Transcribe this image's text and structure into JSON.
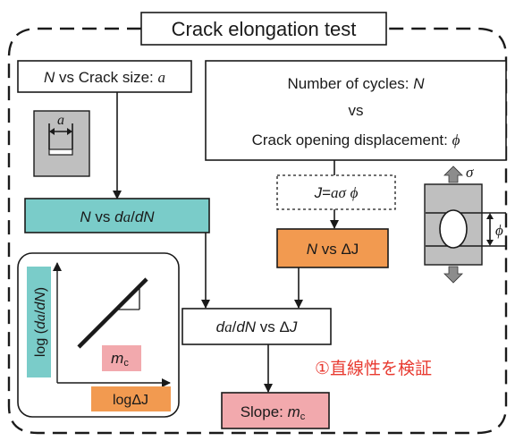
{
  "title": "Crack elongation test",
  "box_n_vs_a": {
    "italic_n": "N",
    "rest": " vs Crack size: ",
    "italic_a": "a"
  },
  "specimen_a_label": "a",
  "box_cycles": {
    "line1": "Number of cycles: ",
    "line1_italic": "N",
    "line2": "vs",
    "line3": "Crack opening displacement: ",
    "line3_symbol": "ϕ"
  },
  "box_j": {
    "j": "J",
    "eq": "=",
    "a": "a",
    "sigma": "σ",
    "space": " ",
    "phi": "ϕ"
  },
  "specimen_sigma_label": "σ",
  "specimen_phi_label": "ϕ",
  "box_n_vs_dadn": {
    "n": "N",
    "vs": " vs ",
    "d1": "d",
    "a": "a",
    "slash": "/",
    "dN": "dN"
  },
  "box_n_vs_dj": {
    "n": "N",
    "vs": " vs ",
    "delta": "Δ",
    "j": "J"
  },
  "box_dadn_vs_dj": {
    "d1": "d",
    "a": "a",
    "slash": "/",
    "dN": "dN",
    "vs": " vs ",
    "delta": "Δ",
    "j": "J"
  },
  "inset": {
    "ylabel": {
      "prefix": "log (",
      "d": "d",
      "a": "a",
      "slash": "/",
      "dN": "dN",
      "suffix": ")"
    },
    "xlabel": {
      "prefix": "log",
      "delta": "Δ",
      "j": "J"
    },
    "slope_label": {
      "m": "m",
      "sub": "c"
    }
  },
  "verify_note": "①直線性を検証",
  "box_slope": {
    "prefix": "Slope: ",
    "m": "m",
    "sub": "c"
  },
  "colors": {
    "teal": "#7accc9",
    "orange": "#f29a50",
    "pink": "#f2a9ad",
    "note_red": "#e83a30",
    "gray_specimen": "#bfbfbf",
    "arrow_gray": "#8c8c8c",
    "line": "#1a1a1a"
  }
}
